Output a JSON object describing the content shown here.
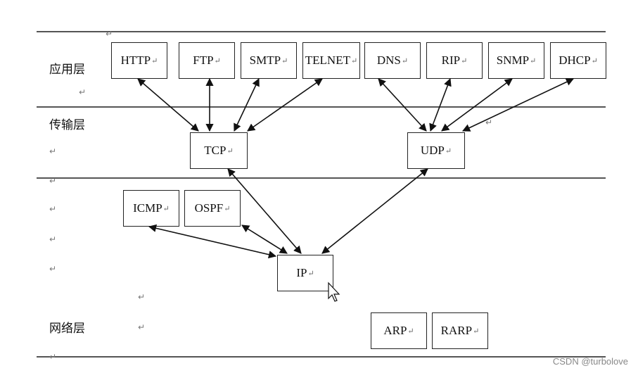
{
  "layers": {
    "application": "应用层",
    "transport": "传输层",
    "network": "网络层"
  },
  "return_mark": "↵",
  "nodes": {
    "http": "HTTP",
    "ftp": "FTP",
    "smtp": "SMTP",
    "telnet": "TELNET",
    "dns": "DNS",
    "rip": "RIP",
    "snmp": "SNMP",
    "dhcp": "DHCP",
    "tcp": "TCP",
    "udp": "UDP",
    "icmp": "ICMP",
    "ospf": "OSPF",
    "ip": "IP",
    "arp": "ARP",
    "rarp": "RARP"
  },
  "watermark": "CSDN @turbolove"
}
